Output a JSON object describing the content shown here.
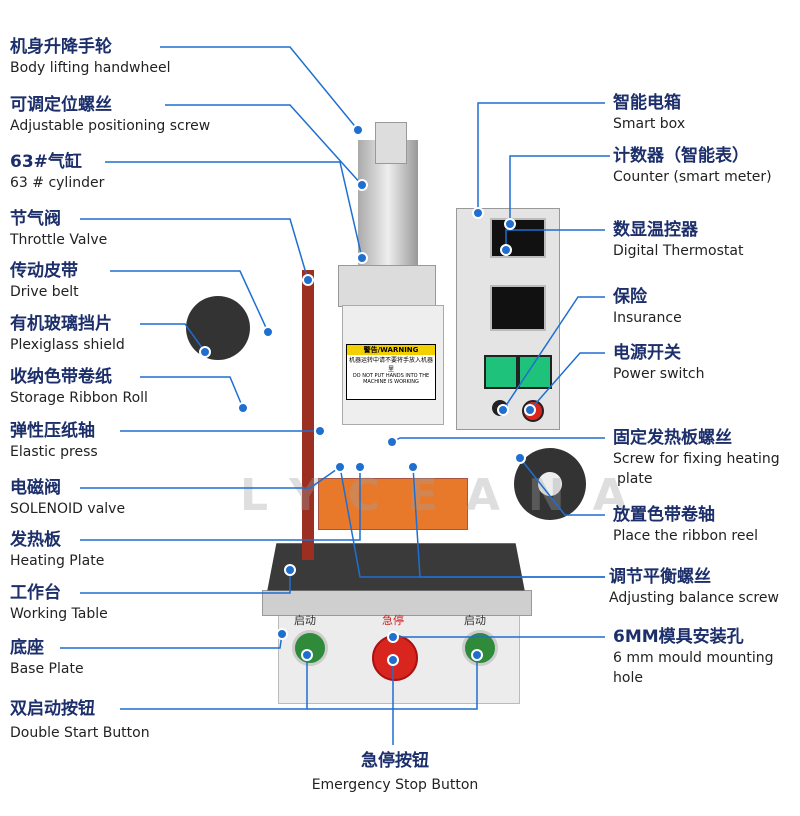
{
  "left_labels": [
    {
      "zh": "机身升降手轮",
      "en": "Body lifting handwheel"
    },
    {
      "zh": "可调定位螺丝",
      "en": "Adjustable positioning screw"
    },
    {
      "zh": "63#气缸",
      "en": "63 # cylinder"
    },
    {
      "zh": "节气阀",
      "en": "Throttle Valve"
    },
    {
      "zh": "传动皮带",
      "en": "Drive belt"
    },
    {
      "zh": "有机玻璃挡片",
      "en": "Plexiglass shield"
    },
    {
      "zh": "收纳色带卷纸",
      "en": "Storage Ribbon Roll"
    },
    {
      "zh": "弹性压纸轴",
      "en": "Elastic press"
    },
    {
      "zh": "电磁阀",
      "en": "SOLENOID valve"
    },
    {
      "zh": "发热板",
      "en": "Heating Plate"
    },
    {
      "zh": "工作台",
      "en": "Working Table"
    },
    {
      "zh": "底座",
      "en": "Base Plate"
    },
    {
      "zh": "双启动按钮",
      "en": "Double Start Button"
    }
  ],
  "bottom_label": {
    "zh": "急停按钮",
    "en": "Emergency Stop Button"
  },
  "right_labels": [
    {
      "zh": "智能电箱",
      "en": "Smart box"
    },
    {
      "zh": "计数器（智能表）",
      "en": "Counter (smart meter)"
    },
    {
      "zh": "数显温控器",
      "en": "Digital Thermostat"
    },
    {
      "zh": "保险",
      "en": "Insurance"
    },
    {
      "zh": "电源开关",
      "en": "Power switch"
    },
    {
      "zh": "固定发热板螺丝",
      "en": "Screw for fixing heating",
      "en2": "plate"
    },
    {
      "zh": "放置色带卷轴",
      "en": "Place the ribbon reel"
    },
    {
      "zh": "调节平衡螺丝",
      "en": "Adjusting balance screw"
    },
    {
      "zh": "6MM模具安装孔",
      "en": "6 mm mould mounting",
      "en2": "hole"
    }
  ],
  "machine": {
    "warning_title": "警告/WARNING",
    "warning_zh": "机器运转中请不要将手放入机器里",
    "warning_en": "DO NOT PUT HANDS INTO THE MACHINE IS WORKING",
    "start_label": "启动",
    "stop_label": "急停",
    "watermark": "LYCEANA"
  },
  "colors": {
    "line": "#1f6fd0",
    "title": "#1c2f6b",
    "plate": "#e8782a",
    "stop": "#d8261f",
    "start": "#2f8a3a"
  }
}
